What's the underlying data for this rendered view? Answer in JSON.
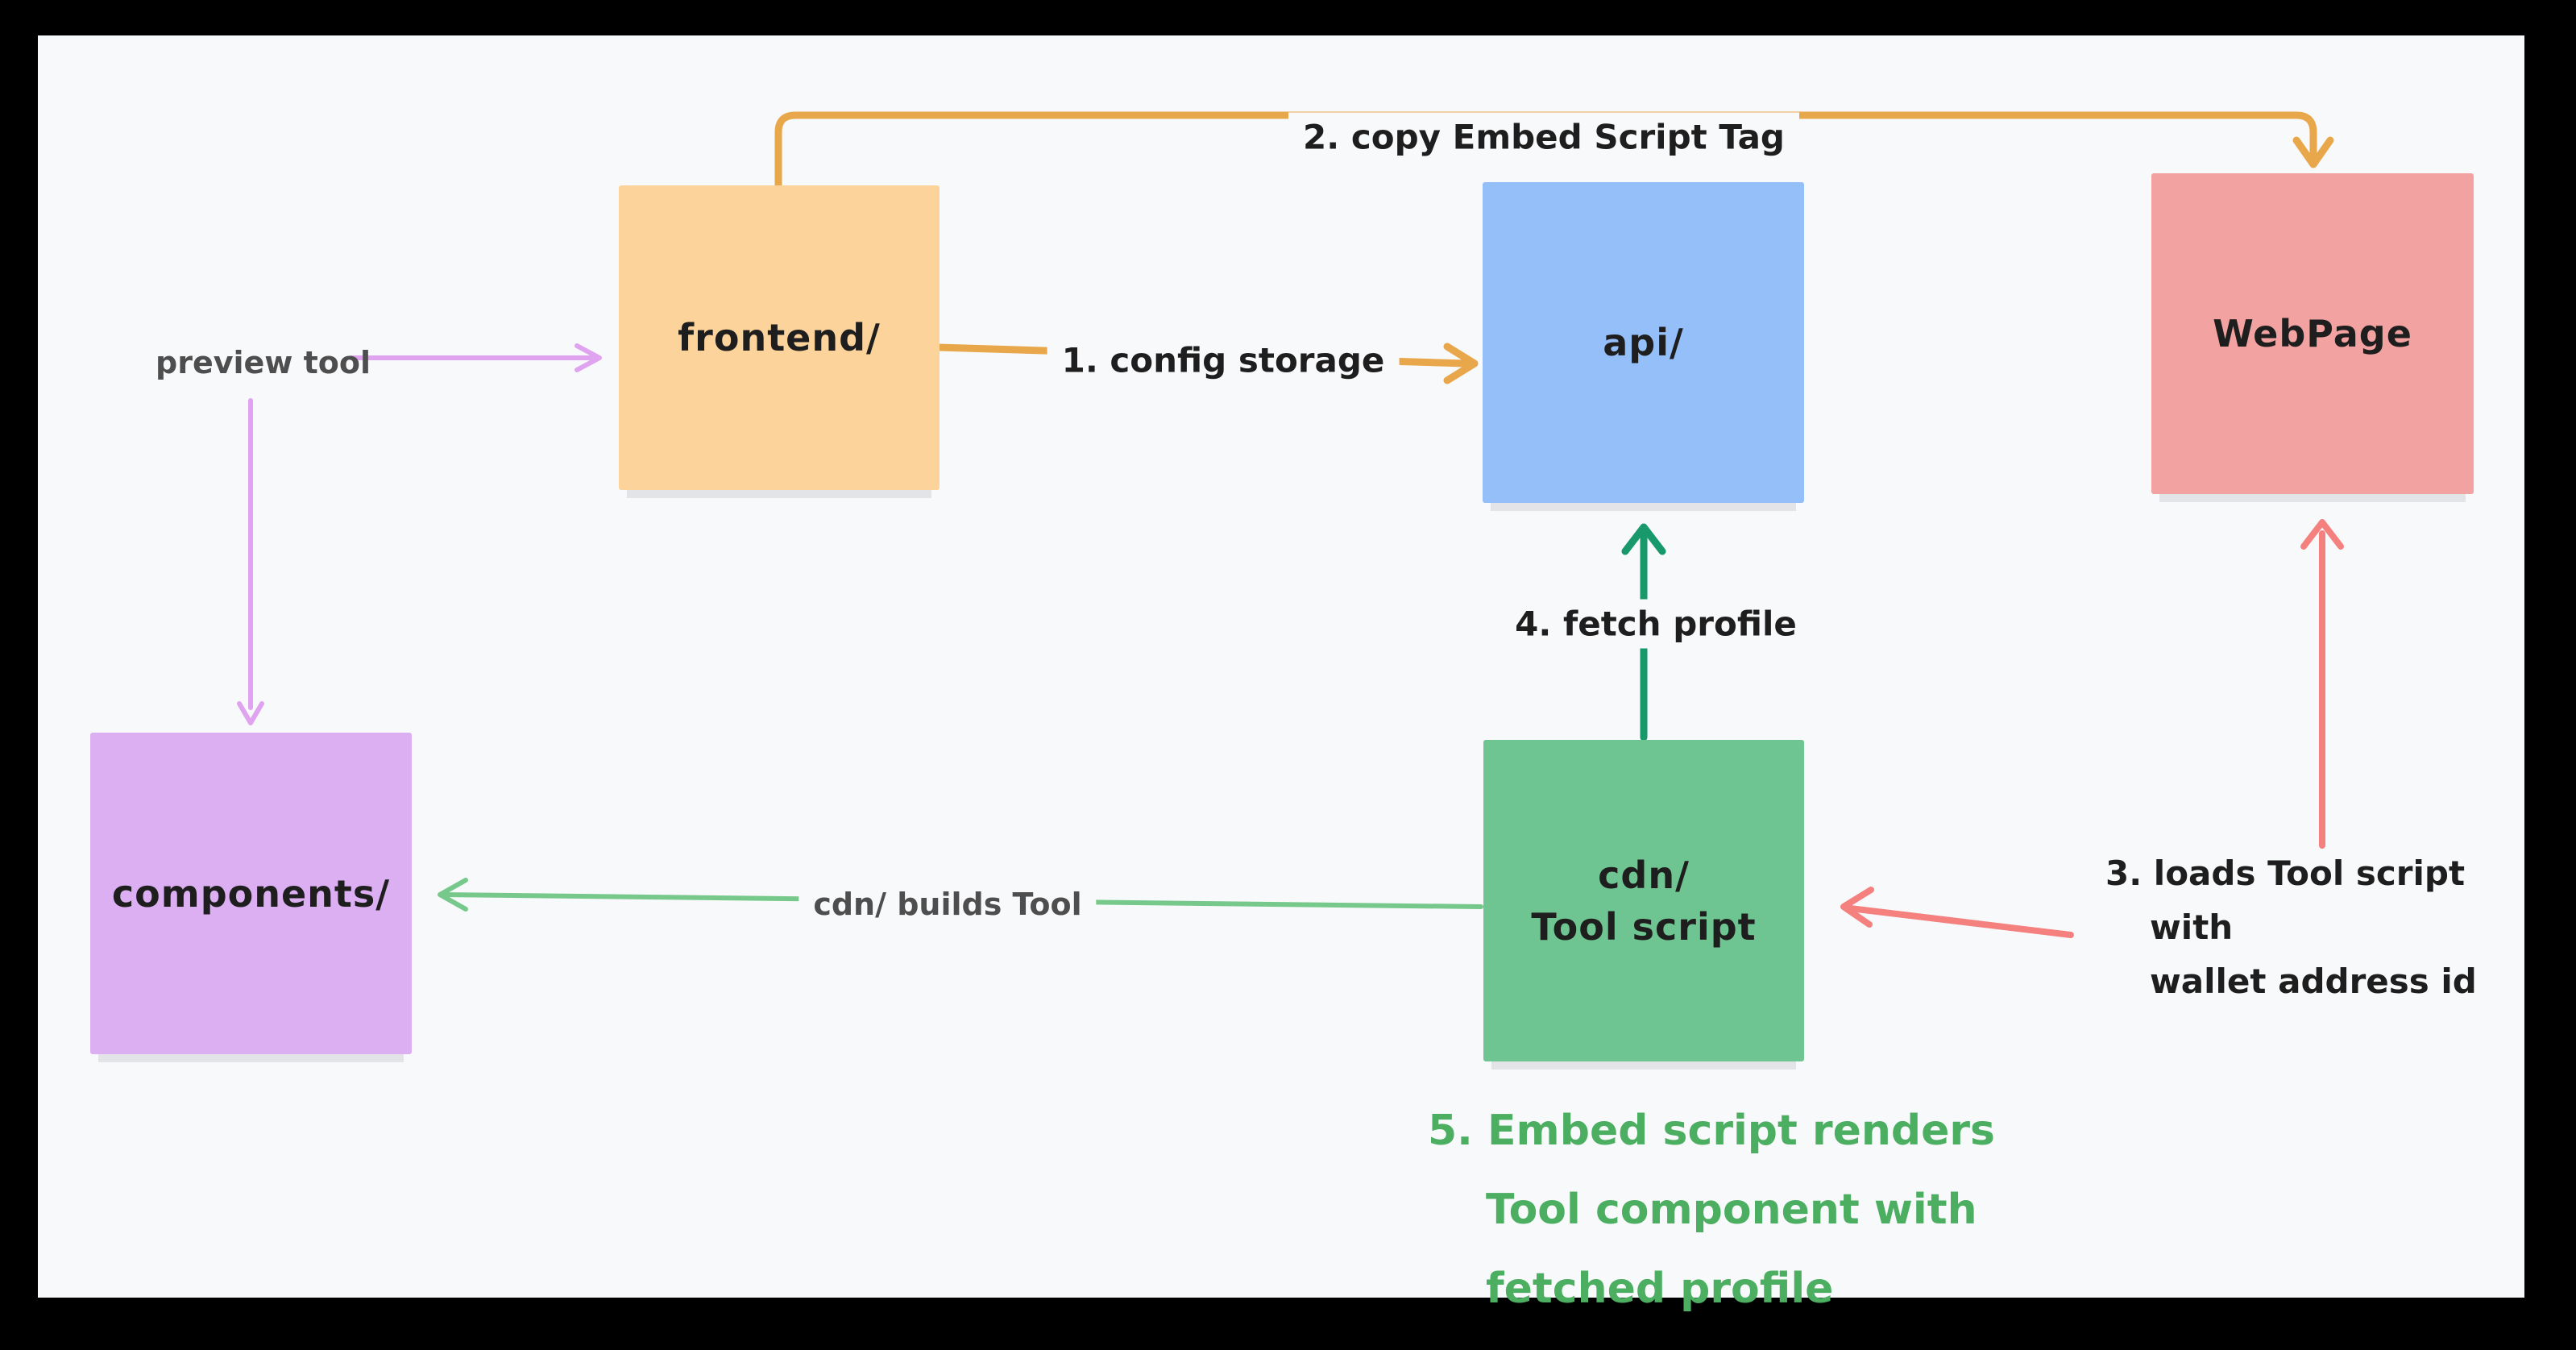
{
  "board": {
    "background": "#F8F9FB",
    "frame_color": "#000000"
  },
  "nodes": {
    "frontend": {
      "label": "frontend/",
      "fill": "#FBD39B"
    },
    "api": {
      "label": "api/",
      "fill": "#94BFF8"
    },
    "webpage": {
      "label": "WebPage",
      "fill": "#F2A3A1"
    },
    "components": {
      "label": "components/",
      "fill": "#DCAEF2"
    },
    "cdn": {
      "line1": "cdn/",
      "line2": "Tool script",
      "fill": "#6FC591"
    }
  },
  "edges": {
    "preview_tool": {
      "label": "preview tool",
      "arrow_color": "#DFA3EF",
      "label_color": "#4E4E4E",
      "from": "preview tool label",
      "to": "frontend/ and components/"
    },
    "config_storage": {
      "label": "1. config storage",
      "arrow_color": "#E9A74B",
      "label_color": "#1E1E1E",
      "from": "frontend/",
      "to": "api/"
    },
    "copy_embed": {
      "label": "2. copy Embed Script Tag",
      "arrow_color": "#E9A74B",
      "label_color": "#1E1E1E",
      "from": "frontend/",
      "to": "WebPage"
    },
    "loads_tool": {
      "line1": "3. loads Tool script",
      "line2": "with",
      "line3": "wallet address id",
      "arrow_color": "#F4817E",
      "label_color": "#1E1E1E",
      "from": "WebPage",
      "to": "cdn/ Tool script"
    },
    "fetch_profile": {
      "label": "4. fetch profile",
      "arrow_color": "#18996B",
      "label_color": "#1E1E1E",
      "from": "cdn/ Tool script",
      "to": "api/"
    },
    "cdn_builds": {
      "label": "cdn/ builds Tool",
      "arrow_color": "#77C98B",
      "label_color": "#4E4E4E",
      "from": "cdn/ Tool script",
      "to": "components/"
    }
  },
  "annotations": {
    "step5": {
      "line1": "5. Embed script renders",
      "line2": "Tool component with",
      "line3": "fetched profile",
      "color": "#4BAE60"
    }
  }
}
